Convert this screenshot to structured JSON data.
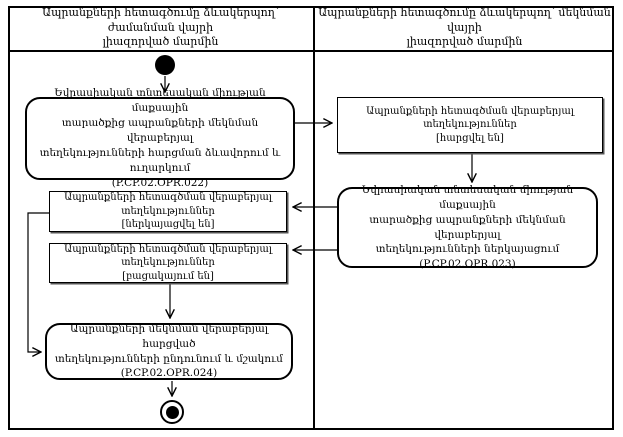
{
  "colors": {
    "line": "#000000",
    "background": "#ffffff",
    "text": "#000000"
  },
  "lanes": {
    "left": {
      "title": "Ապրանքների հետագծումը ձևակերպող՝ ժամանման վայրի\nլիազորված մարմին"
    },
    "right": {
      "title": "Ապրանքների հետագծումը ձևակերպող՝ մեկնման վայրի\nլիազորված մարմին"
    }
  },
  "activities": {
    "opr022": {
      "label": "Եվրասիական տնտեսական միության մաքսային\nտարածքից ապրանքների մեկնման վերաբերյալ\nտեղեկությունների հարցման ձևավորում և\nուղարկում\n(P.CP.02.OPR.022)"
    },
    "info_requested": {
      "label": "Ապրանքների հետագծման վերաբերյալ\nտեղեկություններ\n[հարցվել են]"
    },
    "opr023": {
      "label": "Եվրասիական տնտեսական միության մաքսային\nտարածքից ապրանքների մեկնման վերաբերյալ\nտեղեկությունների ներկայացում\n(P.CP.02.OPR.023)"
    },
    "info_presented": {
      "label": "Ապրանքների հետագծման վերաբերյալ\nտեղեկություններ\n[ներկայացվել են]"
    },
    "info_missing": {
      "label": "Ապրանքների հետագծման վերաբերյալ\nտեղեկություններ\n[բացակայում են]"
    },
    "opr024": {
      "label": "Ապրանքների մեկնման վերաբերյալ հարցված\nտեղեկությունների ընդունում և մշակում\n(P.CP.02.OPR.024)"
    }
  }
}
